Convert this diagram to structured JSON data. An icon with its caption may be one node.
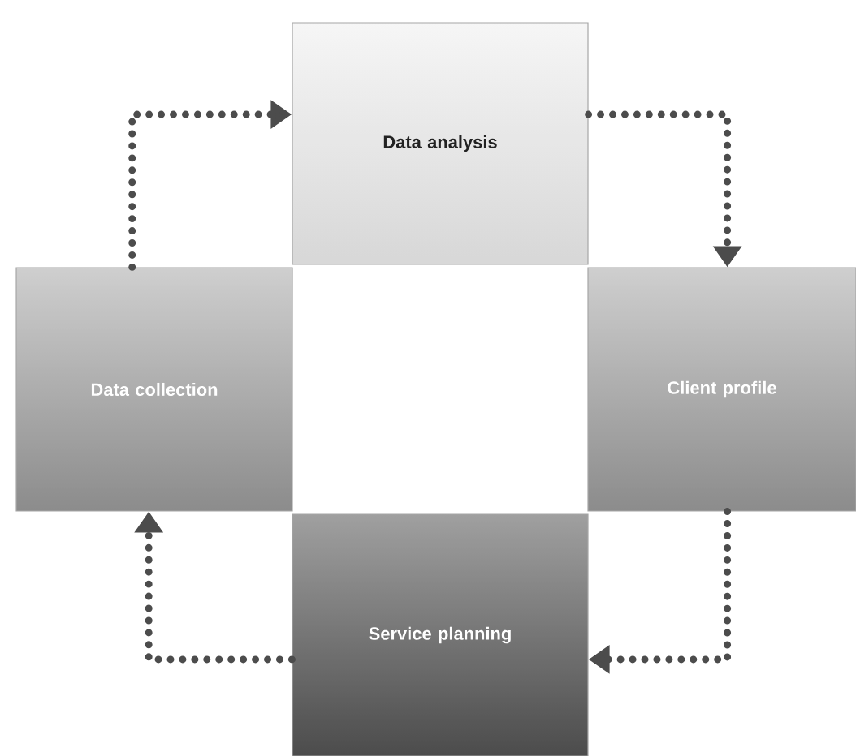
{
  "diagram": {
    "nodes": [
      {
        "text": [
          "Data analysis"
        ]
      },
      {
        "text": [
          "Data collection"
        ]
      },
      {
        "text": [
          "Client profile"
        ]
      },
      {
        "text": [
          "Service planning"
        ]
      }
    ],
    "edges": [
      {
        "from": 1,
        "to": 0,
        "arrow": "to",
        "style": "dashed"
      },
      {
        "from": 0,
        "to": 2,
        "arrow": "to",
        "style": "dashed"
      },
      {
        "from": 2,
        "to": 3,
        "arrow": "to",
        "style": "dashed"
      },
      {
        "from": 3,
        "to": 1,
        "arrow": "to",
        "style": "dashed"
      }
    ]
  }
}
